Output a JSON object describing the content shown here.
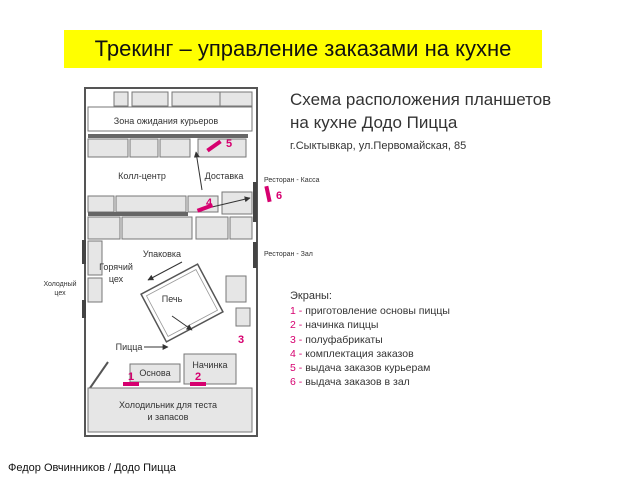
{
  "title": "Трекинг – управление заказами на кухне",
  "scheme_title_line1": "Схема расположения планшетов",
  "scheme_title_line2": "на кухне Додо Пицца",
  "address": "г.Сыктывкар, ул.Первомайская, 85",
  "zones": {
    "courier_wait": "Зона ожидания курьеров",
    "call_center": "Колл-центр",
    "delivery": "Доставка",
    "packing": "Упаковка",
    "hot_shop_line1": "Горячий",
    "hot_shop_line2": "цех",
    "oven": "Печь",
    "pizza": "Пицца",
    "base": "Основа",
    "filling": "Начинка",
    "fridge_line1": "Холодильник для теста",
    "fridge_line2": "и запасов",
    "cold_shop_line1": "Холодный",
    "cold_shop_line2": "цех",
    "restaurant_cash": "Ресторан - Касса",
    "restaurant_hall": "Ресторан - Зал"
  },
  "tablet_numbers": [
    "1",
    "2",
    "3",
    "4",
    "5",
    "6"
  ],
  "screens_title": "Экраны:",
  "screens": [
    {
      "num": "1",
      "text": "приготовление основы пиццы"
    },
    {
      "num": "2",
      "text": "начинка пиццы"
    },
    {
      "num": "3",
      "text": "полуфабрикаты"
    },
    {
      "num": "4",
      "text": "комплектация заказов"
    },
    {
      "num": "5",
      "text": "выдача заказов курьерам"
    },
    {
      "num": "6",
      "text": "выдача заказов в зал"
    }
  ],
  "footer": "Федор Овчинников / Додо Пицца",
  "colors": {
    "banner": "#ffff00",
    "accent": "#d6006f",
    "wall": "#555555",
    "fixture": "#e6e6e6"
  }
}
